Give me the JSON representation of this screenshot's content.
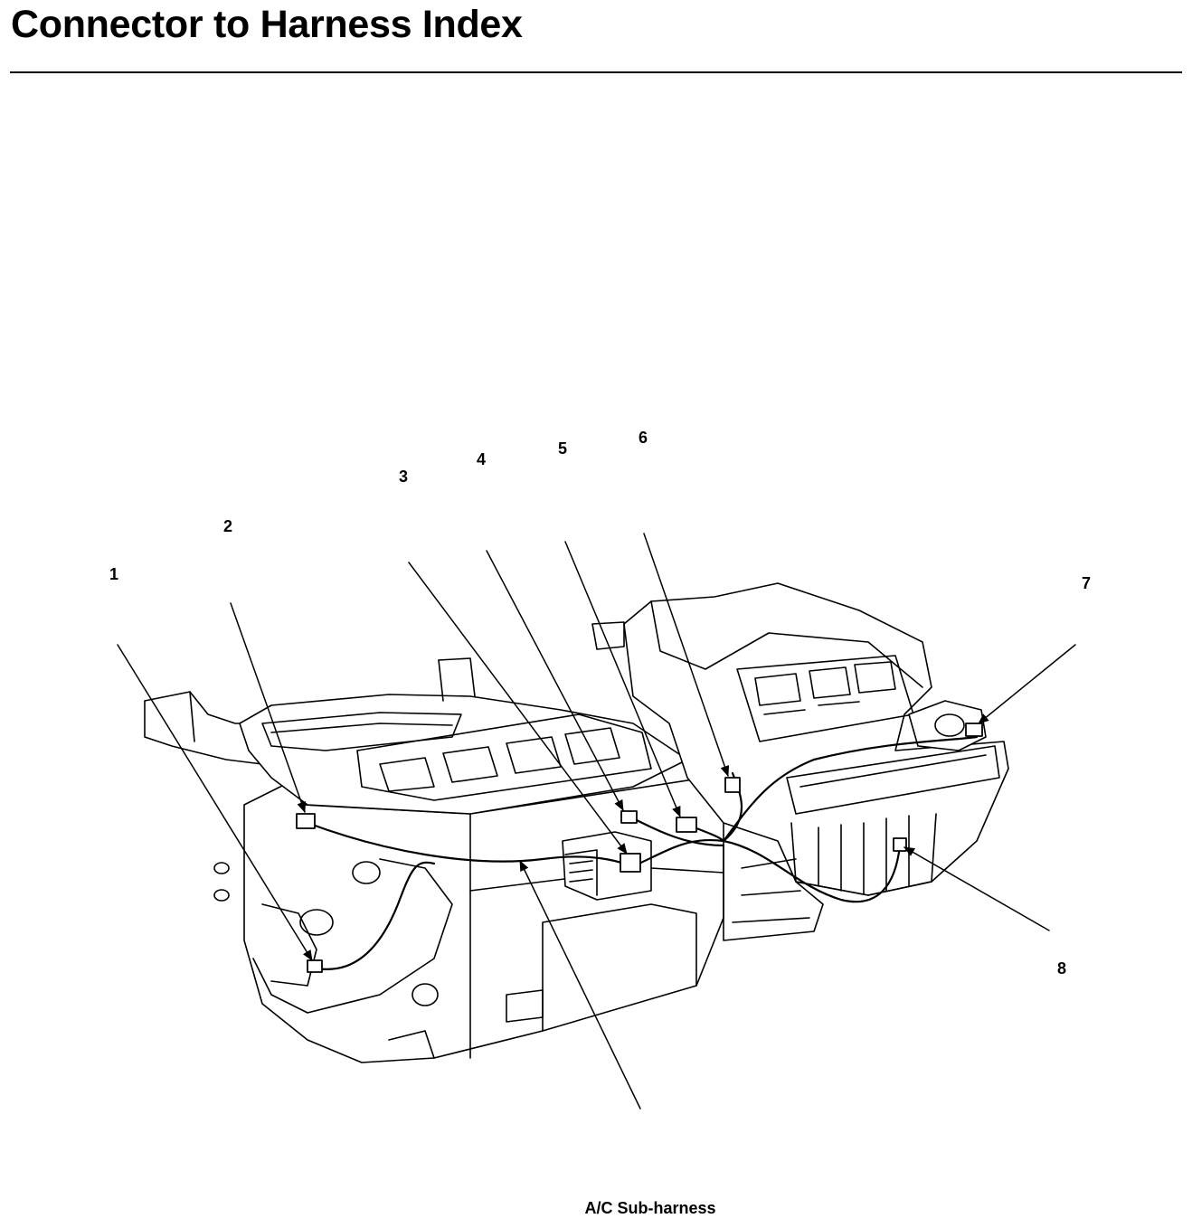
{
  "page": {
    "title": "Connector to Harness Index"
  },
  "diagram": {
    "caption": "A/C Sub-harness",
    "callouts": [
      "1",
      "2",
      "3",
      "4",
      "5",
      "6",
      "7",
      "8"
    ]
  },
  "colors": {
    "ink": "#000000",
    "background": "#ffffff"
  }
}
